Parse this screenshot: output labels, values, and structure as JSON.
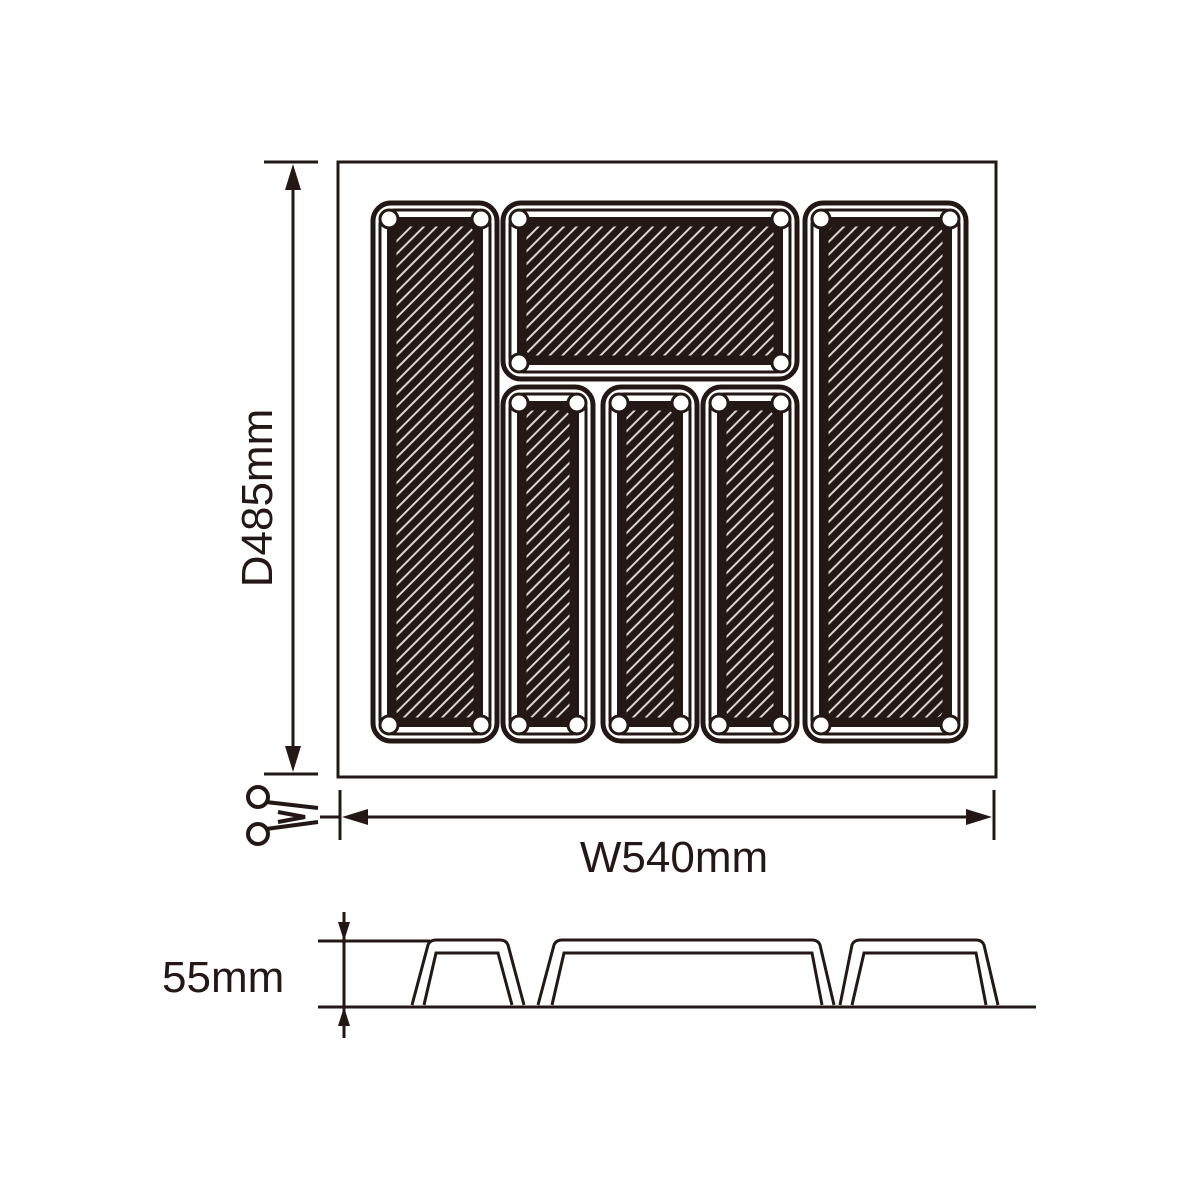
{
  "labels": {
    "depth": "D485mm",
    "width": "W540mm",
    "height": "55mm"
  },
  "icons": {
    "cut": "scissors-icon"
  },
  "colors": {
    "ink": "#231815",
    "background": "#ffffff"
  }
}
